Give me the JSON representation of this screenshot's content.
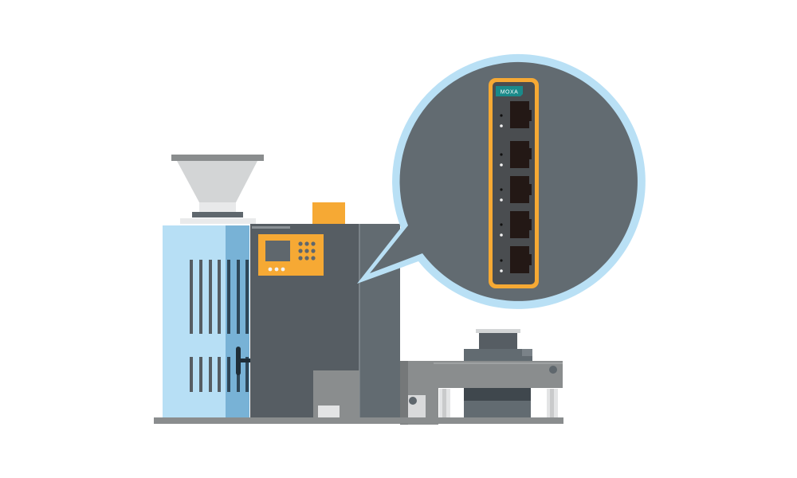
{
  "illustration": {
    "subject": "Industrial machine with zoomed callout of network switch",
    "switch": {
      "brand_label": "MOXA",
      "port_count": 5
    },
    "colors": {
      "background": "#ffffff",
      "bubble_fill": "#626b71",
      "bubble_outline": "#b9e0f5",
      "switch_frame": "#f6a934",
      "switch_body": "#4a4d50",
      "port": "#231815",
      "brand_badge": "#1a8a8a",
      "machine_dark": "#565d63",
      "machine_mid": "#626b71",
      "cabinet_light_blue": "#b7dff5",
      "cabinet_blue": "#78b2d6",
      "control_panel": "#f6a934",
      "hopper": "#d3d5d6",
      "base_gray": "#8a8d8e"
    }
  }
}
